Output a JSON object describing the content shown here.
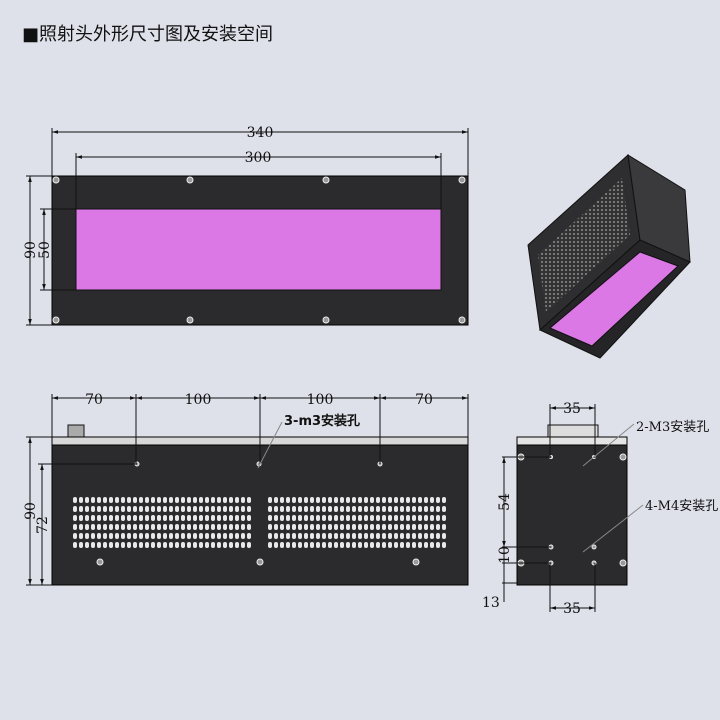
{
  "title": "■照射头外形尺寸图及安装空间",
  "top_view": {
    "width": "340",
    "window_width": "300",
    "height": "90",
    "window_height": "50"
  },
  "front_view": {
    "seg1": "70",
    "seg2": "100",
    "seg3": "100",
    "seg4": "70",
    "height": "90",
    "hole_height": "72",
    "hole_label": "3-m3安装孔"
  },
  "side_view": {
    "top_spacing": "35",
    "bottom_spacing": "35",
    "v1": "54",
    "v2": "10",
    "v3": "13",
    "m3_label": "2-M3安装孔",
    "m4_label": "4-M4安装孔"
  },
  "colors": {
    "body": "#2b2b2d",
    "window": "#dc78e6",
    "background": "#dfe1ea"
  }
}
